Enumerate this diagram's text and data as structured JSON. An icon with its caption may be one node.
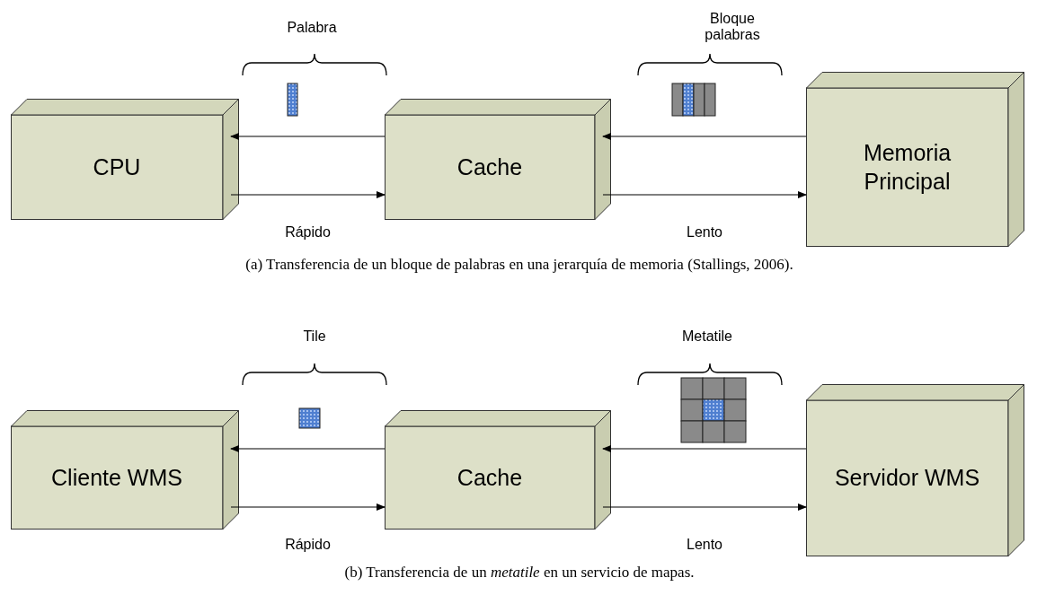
{
  "diagram": {
    "nodes": [
      {
        "text": [
          "CPU"
        ]
      },
      {
        "text": [
          "Cache"
        ]
      },
      {
        "text": [
          "Memoria Principal"
        ]
      },
      {
        "text": [
          "Cliente WMS"
        ]
      },
      {
        "text": [
          "Cache"
        ]
      },
      {
        "text": [
          "Servidor WMS"
        ]
      }
    ],
    "edges": [
      {
        "from": 1,
        "to": 0,
        "arrow": "to"
      },
      {
        "from": 0,
        "to": 1,
        "arrow": "to",
        "label": "Rápido"
      },
      {
        "from": 2,
        "to": 1,
        "arrow": "to"
      },
      {
        "from": 1,
        "to": 2,
        "arrow": "to",
        "label": "Lento"
      },
      {
        "from": 4,
        "to": 3,
        "arrow": "to"
      },
      {
        "from": 3,
        "to": 4,
        "arrow": "to",
        "label": "Rápido"
      },
      {
        "from": 5,
        "to": 4,
        "arrow": "to"
      },
      {
        "from": 4,
        "to": 5,
        "arrow": "to",
        "label": "Lento"
      }
    ],
    "labels": [
      "Palabra",
      "Bloque palabras",
      "(a) Transferencia de un bloque de palabras en una jerarquía de memoria (Stallings, 2006).",
      "Tile",
      "Metatile",
      "(b) Transferencia de un *metatile* en un servicio de mapas."
    ]
  }
}
